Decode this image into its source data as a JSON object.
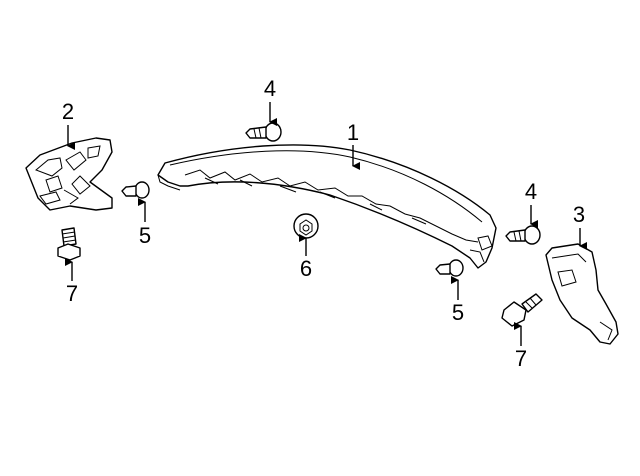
{
  "callouts": [
    {
      "label": "1"
    },
    {
      "label": "2"
    },
    {
      "label": "3"
    },
    {
      "label": "4"
    },
    {
      "label": "4"
    },
    {
      "label": "5"
    },
    {
      "label": "5"
    },
    {
      "label": "6"
    },
    {
      "label": "7"
    },
    {
      "label": "7"
    }
  ]
}
